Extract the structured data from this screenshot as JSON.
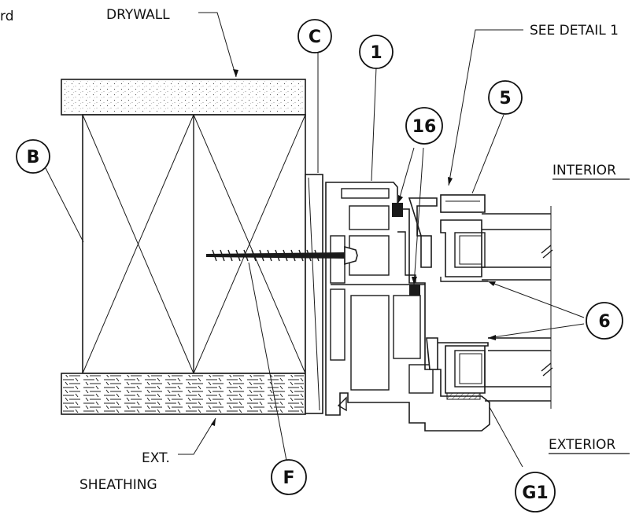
{
  "labels": {
    "corner_fragment": "rd",
    "drywall": "DRYWALL",
    "see_detail": "SEE DETAIL 1",
    "interior": "INTERIOR",
    "exterior": "EXTERIOR",
    "ext_line1": "EXT.",
    "ext_line2": "SHEATHING"
  },
  "callouts": {
    "c": "C",
    "one": "1",
    "five": "5",
    "sixteen": "16",
    "b": "B",
    "six": "6",
    "f": "F",
    "g1": "G1"
  }
}
